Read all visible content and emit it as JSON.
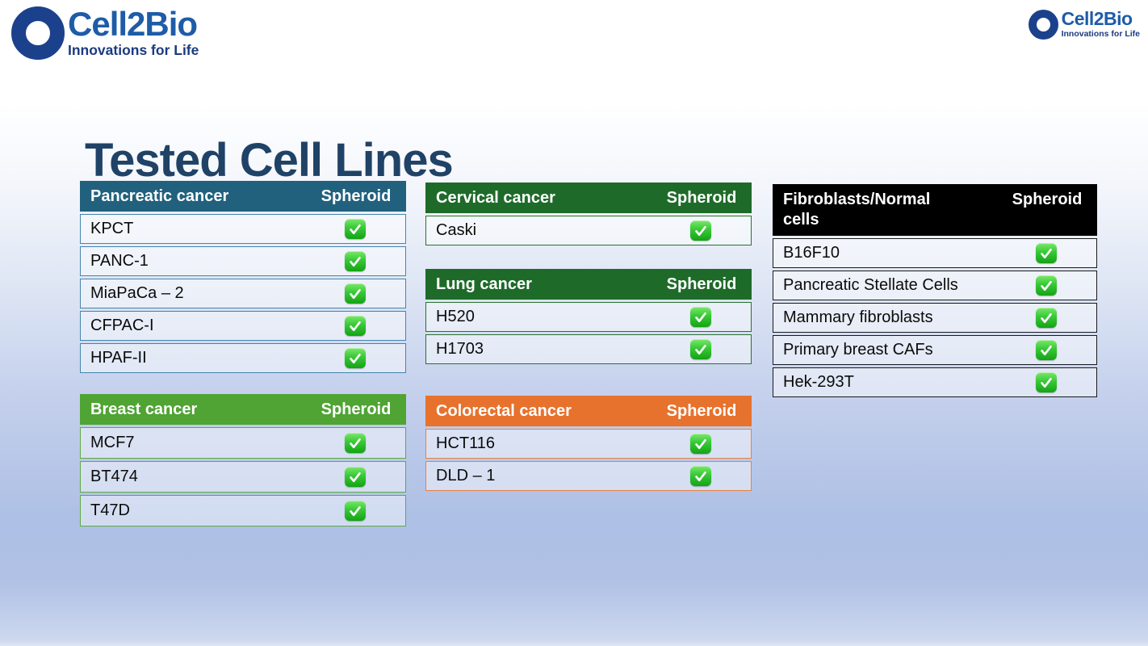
{
  "slide": {
    "title": "Tested Cell Lines"
  },
  "logo": {
    "brand": "Cell2Bio",
    "tagline": "Innovations for Life",
    "ring_color": "#1C418C",
    "brand_color": "#1E5CA8",
    "tagline_color": "#1B3A80"
  },
  "theme": {
    "title_color": "#1F4266",
    "background_top": "#FFFFFF",
    "background_bottom": "#AEC0E5",
    "check_green": "#2FC42F"
  },
  "tables": [
    {
      "header": "Pancreatic cancer",
      "spheroid_label": "Spheroid",
      "colors": {
        "header_bg": "#21617E",
        "header_text": "#FFFFFF",
        "border": "#4585AE"
      },
      "rows": [
        {
          "name": "KPCT",
          "spheroid": true
        },
        {
          "name": "PANC-1",
          "spheroid": true
        },
        {
          "name": "MiaPaCa – 2",
          "spheroid": true
        },
        {
          "name": "CFPAC-I",
          "spheroid": true
        },
        {
          "name": "HPAF-II",
          "spheroid": true
        }
      ]
    },
    {
      "header": "Breast cancer",
      "spheroid_label": "Spheroid",
      "colors": {
        "header_bg": "#4FA433",
        "header_text": "#FFFFFF",
        "border": "#5FAB40"
      },
      "rows": [
        {
          "name": "MCF7",
          "spheroid": true
        },
        {
          "name": "BT474",
          "spheroid": true
        },
        {
          "name": "T47D",
          "spheroid": true
        }
      ]
    },
    {
      "header": "Cervical cancer",
      "spheroid_label": "Spheroid",
      "colors": {
        "header_bg": "#1E6B29",
        "header_text": "#FFFFFF",
        "border": "#2A712F"
      },
      "rows": [
        {
          "name": "Caski",
          "spheroid": true
        }
      ]
    },
    {
      "header": "Lung cancer",
      "spheroid_label": "Spheroid",
      "colors": {
        "header_bg": "#1E6B29",
        "header_text": "#FFFFFF",
        "border": "#2A712F"
      },
      "rows": [
        {
          "name": "H520",
          "spheroid": true
        },
        {
          "name": "H1703",
          "spheroid": true
        }
      ]
    },
    {
      "header": "Colorectal cancer",
      "spheroid_label": "Spheroid",
      "colors": {
        "header_bg": "#E7722D",
        "header_text": "#FFFFFF",
        "border": "#E98140"
      },
      "rows": [
        {
          "name": "HCT116",
          "spheroid": true
        },
        {
          "name": "DLD – 1",
          "spheroid": true
        }
      ]
    },
    {
      "header": "Fibroblasts/Normal cells",
      "spheroid_label": "Spheroid",
      "colors": {
        "header_bg": "#000000",
        "header_text": "#FFFFFF",
        "border": "#1A1A1A"
      },
      "rows": [
        {
          "name": "B16F10",
          "spheroid": true
        },
        {
          "name": "Pancreatic Stellate Cells",
          "spheroid": true
        },
        {
          "name": "Mammary fibroblasts",
          "spheroid": true
        },
        {
          "name": "Primary breast CAFs",
          "spheroid": true
        },
        {
          "name": "Hek-293T",
          "spheroid": true
        }
      ]
    }
  ]
}
